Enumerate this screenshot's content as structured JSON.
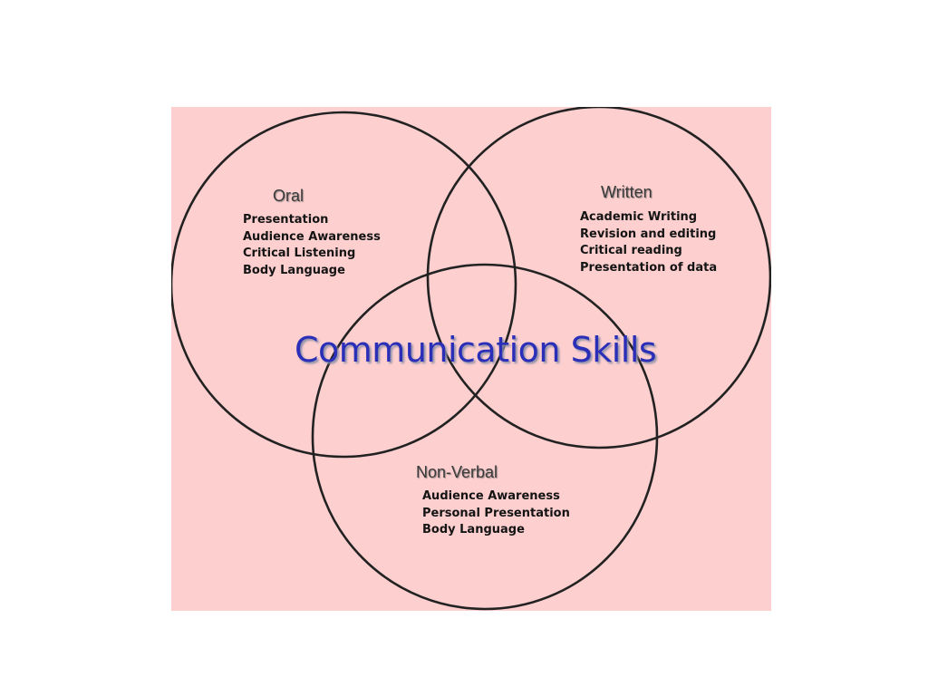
{
  "diagram": {
    "title": "Communication Skills",
    "title_color": "#2b2fb8",
    "background_color": "#fdcfcf",
    "sets": {
      "oral": {
        "title": "Oral",
        "items": [
          "Presentation",
          "Audience Awareness",
          "Critical Listening",
          "Body Language"
        ]
      },
      "written": {
        "title": "Written",
        "items": [
          "Academic Writing",
          "Revision and editing",
          "Critical reading",
          "Presentation of data"
        ]
      },
      "nonverbal": {
        "title": "Non-Verbal",
        "items": [
          "Audience Awareness",
          "Personal Presentation",
          "Body Language"
        ]
      }
    }
  }
}
